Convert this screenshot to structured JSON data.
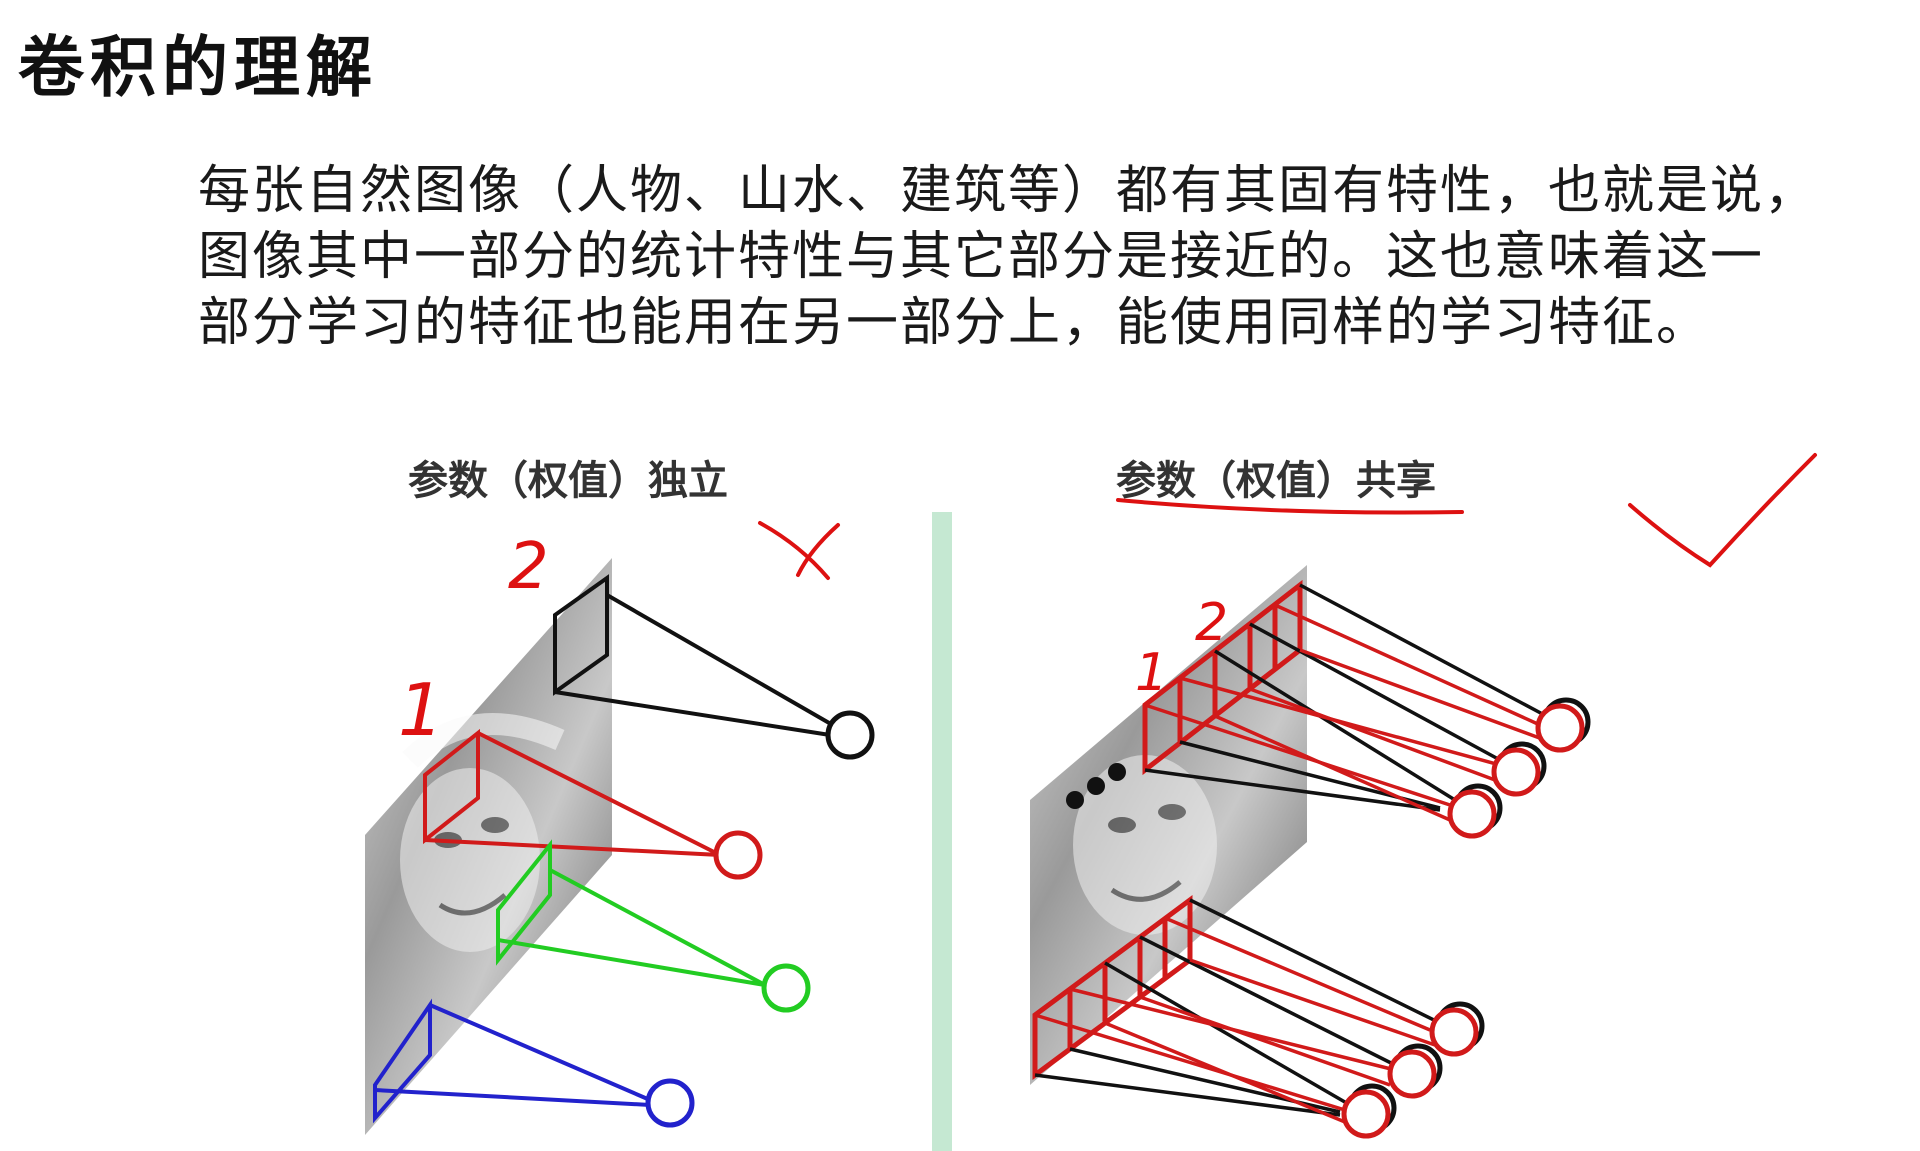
{
  "title": "卷积的理解",
  "paragraph": {
    "lines": [
      "每张自然图像（人物、山水、建筑等）都有其固有特性，也就是说，",
      "图像其中一部分的统计特性与其它部分是接近的。这也意味着这一",
      "部分学习的特征也能用在另一部分上，能使用同样的学习特征。"
    ]
  },
  "panels": {
    "left_caption": "参数（权值）独立",
    "right_caption": "参数（权值）共享"
  },
  "annotations": {
    "left_number_1": "1",
    "left_number_2": "2",
    "right_number_1": "1",
    "right_number_2": "2",
    "left_mark": "cross-mark",
    "right_mark": "check-mark"
  },
  "colors": {
    "black": "#111111",
    "red": "#d11a1a",
    "green": "#22cc22",
    "blue": "#2222cc",
    "divider": "#c5e8d2",
    "annotation": "#dd1111"
  }
}
